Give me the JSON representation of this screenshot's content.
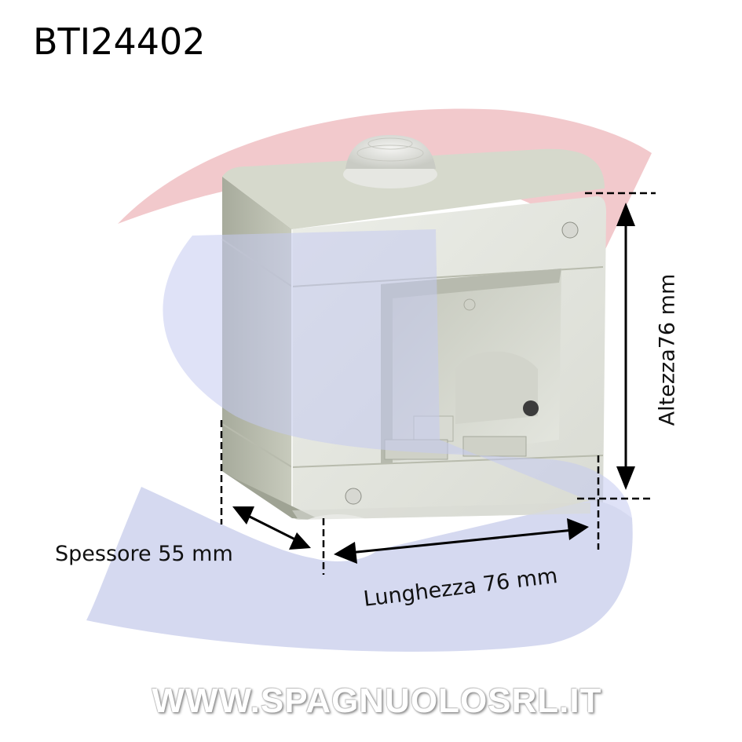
{
  "title": "BTI24402",
  "dimensions": {
    "thickness_label": "Spessore 55 mm",
    "length_label": "Lunghezza 76 mm",
    "height_label": "Altezza76 mm"
  },
  "watermark": {
    "text": "WWW.SPAGNUOLOSRL.IT",
    "logo_colors": {
      "red": "#f2c9cc",
      "blue": "#d5d9f0"
    }
  },
  "product": {
    "description": "Surface-mount waterproof box with cable gland, front opening module cavity",
    "body_color": "#e4e6e0",
    "shadow_color": "#a9ad9f"
  },
  "annotation_color": "#000000"
}
